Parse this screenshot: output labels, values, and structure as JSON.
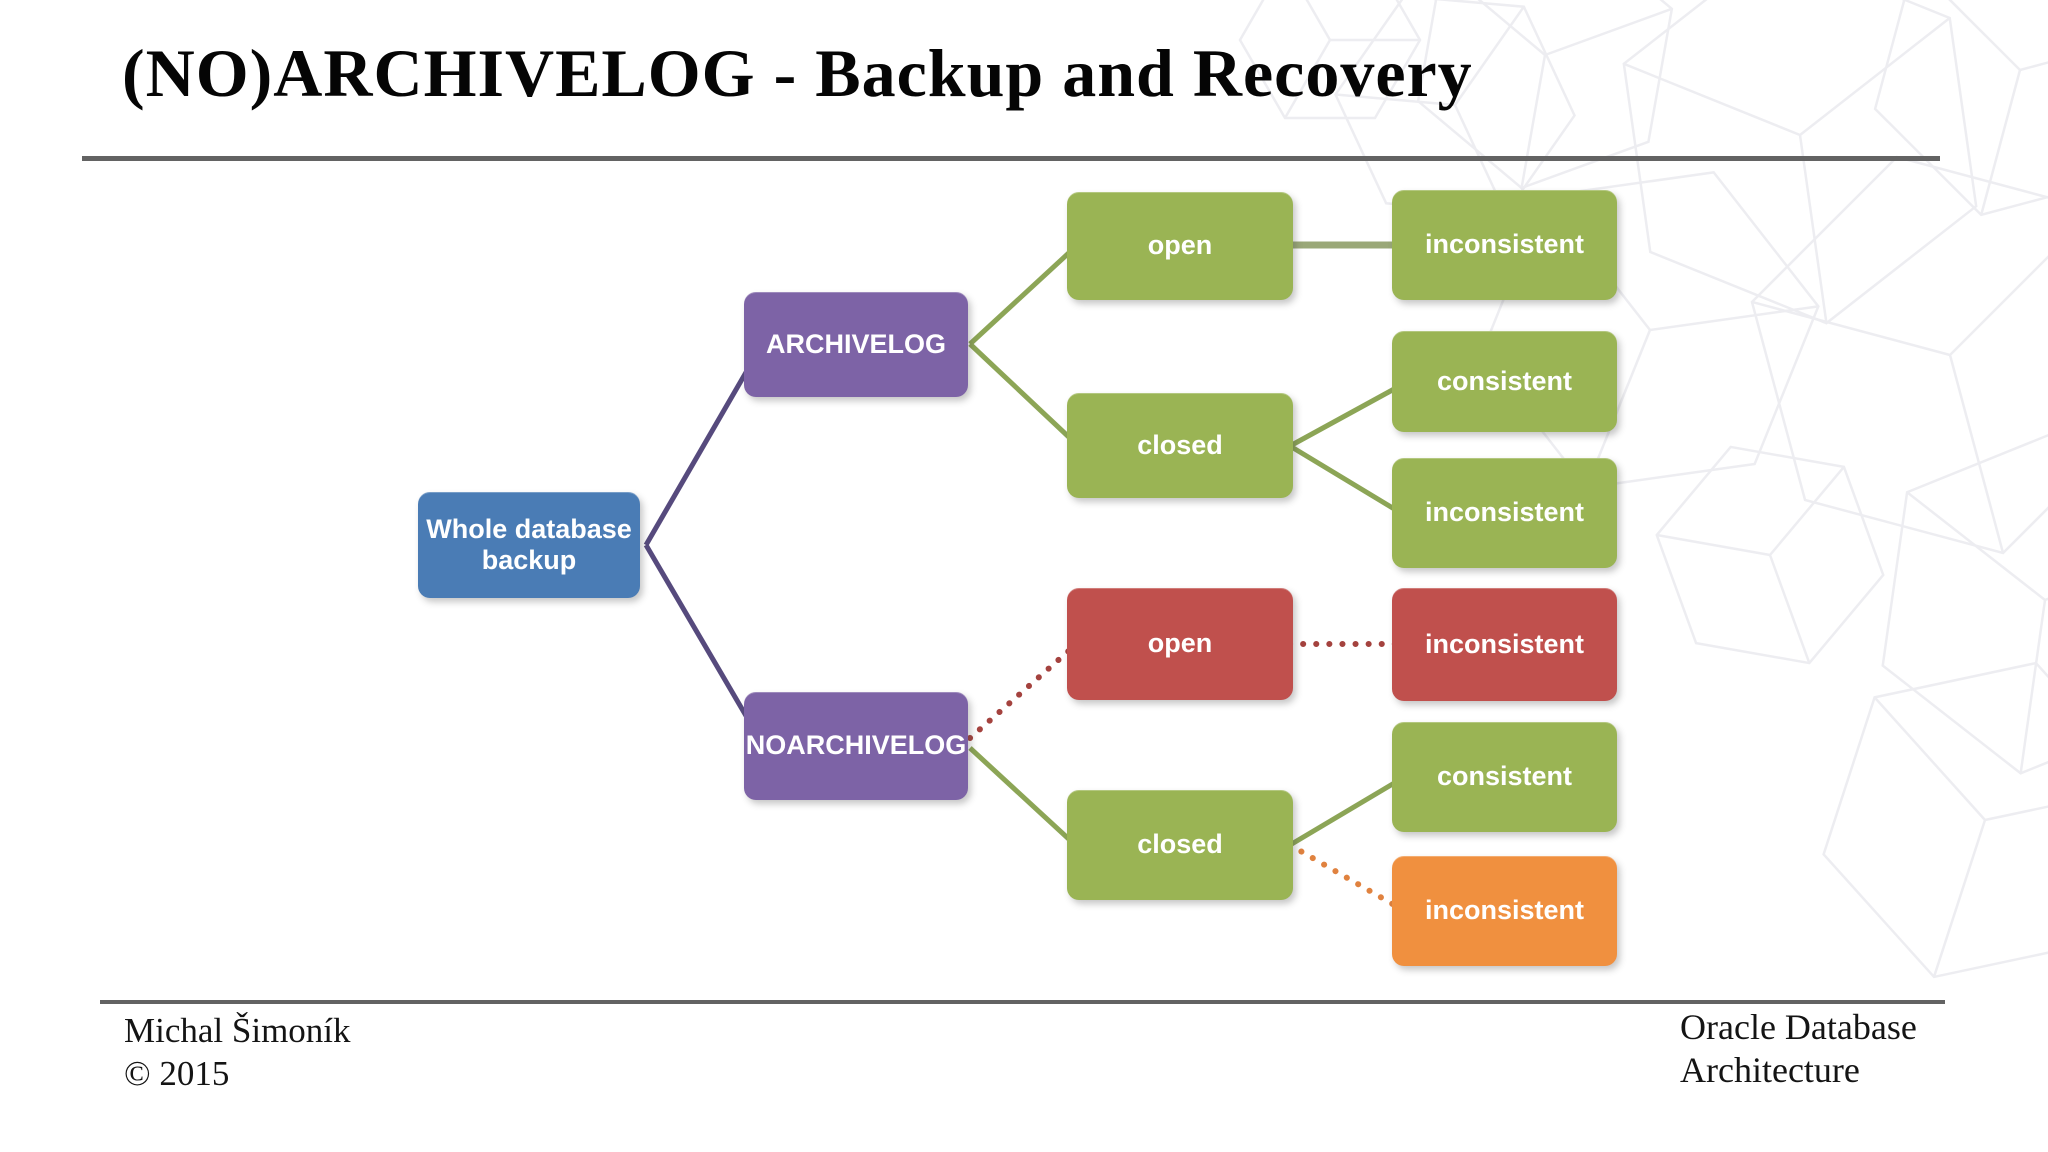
{
  "slide": {
    "title": "(NO)ARCHIVELOG - Backup and Recovery",
    "footer_left": {
      "line1": "Michal Šimoník",
      "line2": "© 2015"
    },
    "footer_right": {
      "line1": "Oracle Database",
      "line2": "Architecture"
    }
  },
  "diagram": {
    "nodes": [
      {
        "id": "whole-database-backup",
        "label": "Whole database backup",
        "color": "blue"
      },
      {
        "id": "archivelog",
        "label": "ARCHIVELOG",
        "color": "purple"
      },
      {
        "id": "noarchivelog",
        "label": "NOARCHIVELOG",
        "color": "purple"
      },
      {
        "id": "archivelog-open",
        "label": "open",
        "color": "green"
      },
      {
        "id": "archivelog-closed",
        "label": "closed",
        "color": "green"
      },
      {
        "id": "noarchivelog-open",
        "label": "open",
        "color": "red"
      },
      {
        "id": "noarchivelog-closed",
        "label": "closed",
        "color": "green"
      },
      {
        "id": "archivelog-open-inconsistent",
        "label": "inconsistent",
        "color": "green"
      },
      {
        "id": "archivelog-closed-consistent",
        "label": "consistent",
        "color": "green"
      },
      {
        "id": "archivelog-closed-inconsistent",
        "label": "inconsistent",
        "color": "green"
      },
      {
        "id": "noarchivelog-open-inconsistent",
        "label": "inconsistent",
        "color": "red"
      },
      {
        "id": "noarchivelog-closed-consistent",
        "label": "consistent",
        "color": "green"
      },
      {
        "id": "noarchivelog-closed-inconsistent",
        "label": "inconsistent",
        "color": "orange"
      }
    ],
    "edges": [
      {
        "from": "whole-database-backup",
        "to": "archivelog",
        "style": "solid-purple"
      },
      {
        "from": "whole-database-backup",
        "to": "noarchivelog",
        "style": "solid-purple"
      },
      {
        "from": "archivelog",
        "to": "archivelog-open",
        "style": "solid-green"
      },
      {
        "from": "archivelog",
        "to": "archivelog-closed",
        "style": "solid-green"
      },
      {
        "from": "archivelog-open",
        "to": "archivelog-open-inconsistent",
        "style": "solid-olive"
      },
      {
        "from": "archivelog-closed",
        "to": "archivelog-closed-consistent",
        "style": "solid-green"
      },
      {
        "from": "archivelog-closed",
        "to": "archivelog-closed-inconsistent",
        "style": "solid-green"
      },
      {
        "from": "noarchivelog",
        "to": "noarchivelog-open",
        "style": "dotted-red"
      },
      {
        "from": "noarchivelog",
        "to": "noarchivelog-closed",
        "style": "solid-green"
      },
      {
        "from": "noarchivelog-open",
        "to": "noarchivelog-open-inconsistent",
        "style": "dotted-red"
      },
      {
        "from": "noarchivelog-closed",
        "to": "noarchivelog-closed-consistent",
        "style": "solid-green"
      },
      {
        "from": "noarchivelog-closed",
        "to": "noarchivelog-closed-inconsistent",
        "style": "dotted-orange"
      }
    ]
  },
  "colors": {
    "node_blue": "#4a7cb5",
    "node_purple": "#7d63a6",
    "node_green": "#9ab454",
    "node_red": "#c0504d",
    "node_orange": "#f0903f",
    "edge_purple": "#564a7d",
    "edge_green": "#8ca556",
    "edge_olive": "#9aa878",
    "edge_red": "#a4423e",
    "edge_orange": "#e0823f",
    "rule_gray": "#636363"
  }
}
